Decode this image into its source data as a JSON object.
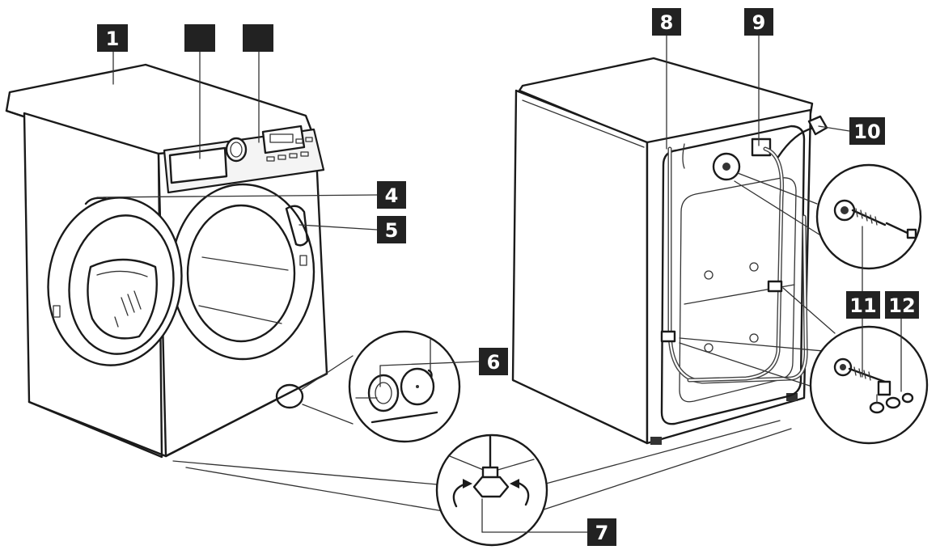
{
  "callouts": [
    {
      "id": "1",
      "label": "1"
    },
    {
      "id": "2",
      "label": ""
    },
    {
      "id": "3",
      "label": ""
    },
    {
      "id": "4",
      "label": "4"
    },
    {
      "id": "5",
      "label": "5"
    },
    {
      "id": "6",
      "label": "6"
    },
    {
      "id": "7",
      "label": "7"
    },
    {
      "id": "8",
      "label": "8"
    },
    {
      "id": "9",
      "label": "9"
    },
    {
      "id": "10",
      "label": "10"
    },
    {
      "id": "11a",
      "label": "11"
    },
    {
      "id": "11b",
      "label": "11"
    },
    {
      "id": "12",
      "label": "12"
    }
  ],
  "colors": {
    "badge": "#222222",
    "badge_text": "#ffffff",
    "line": "#1a1a1a"
  }
}
